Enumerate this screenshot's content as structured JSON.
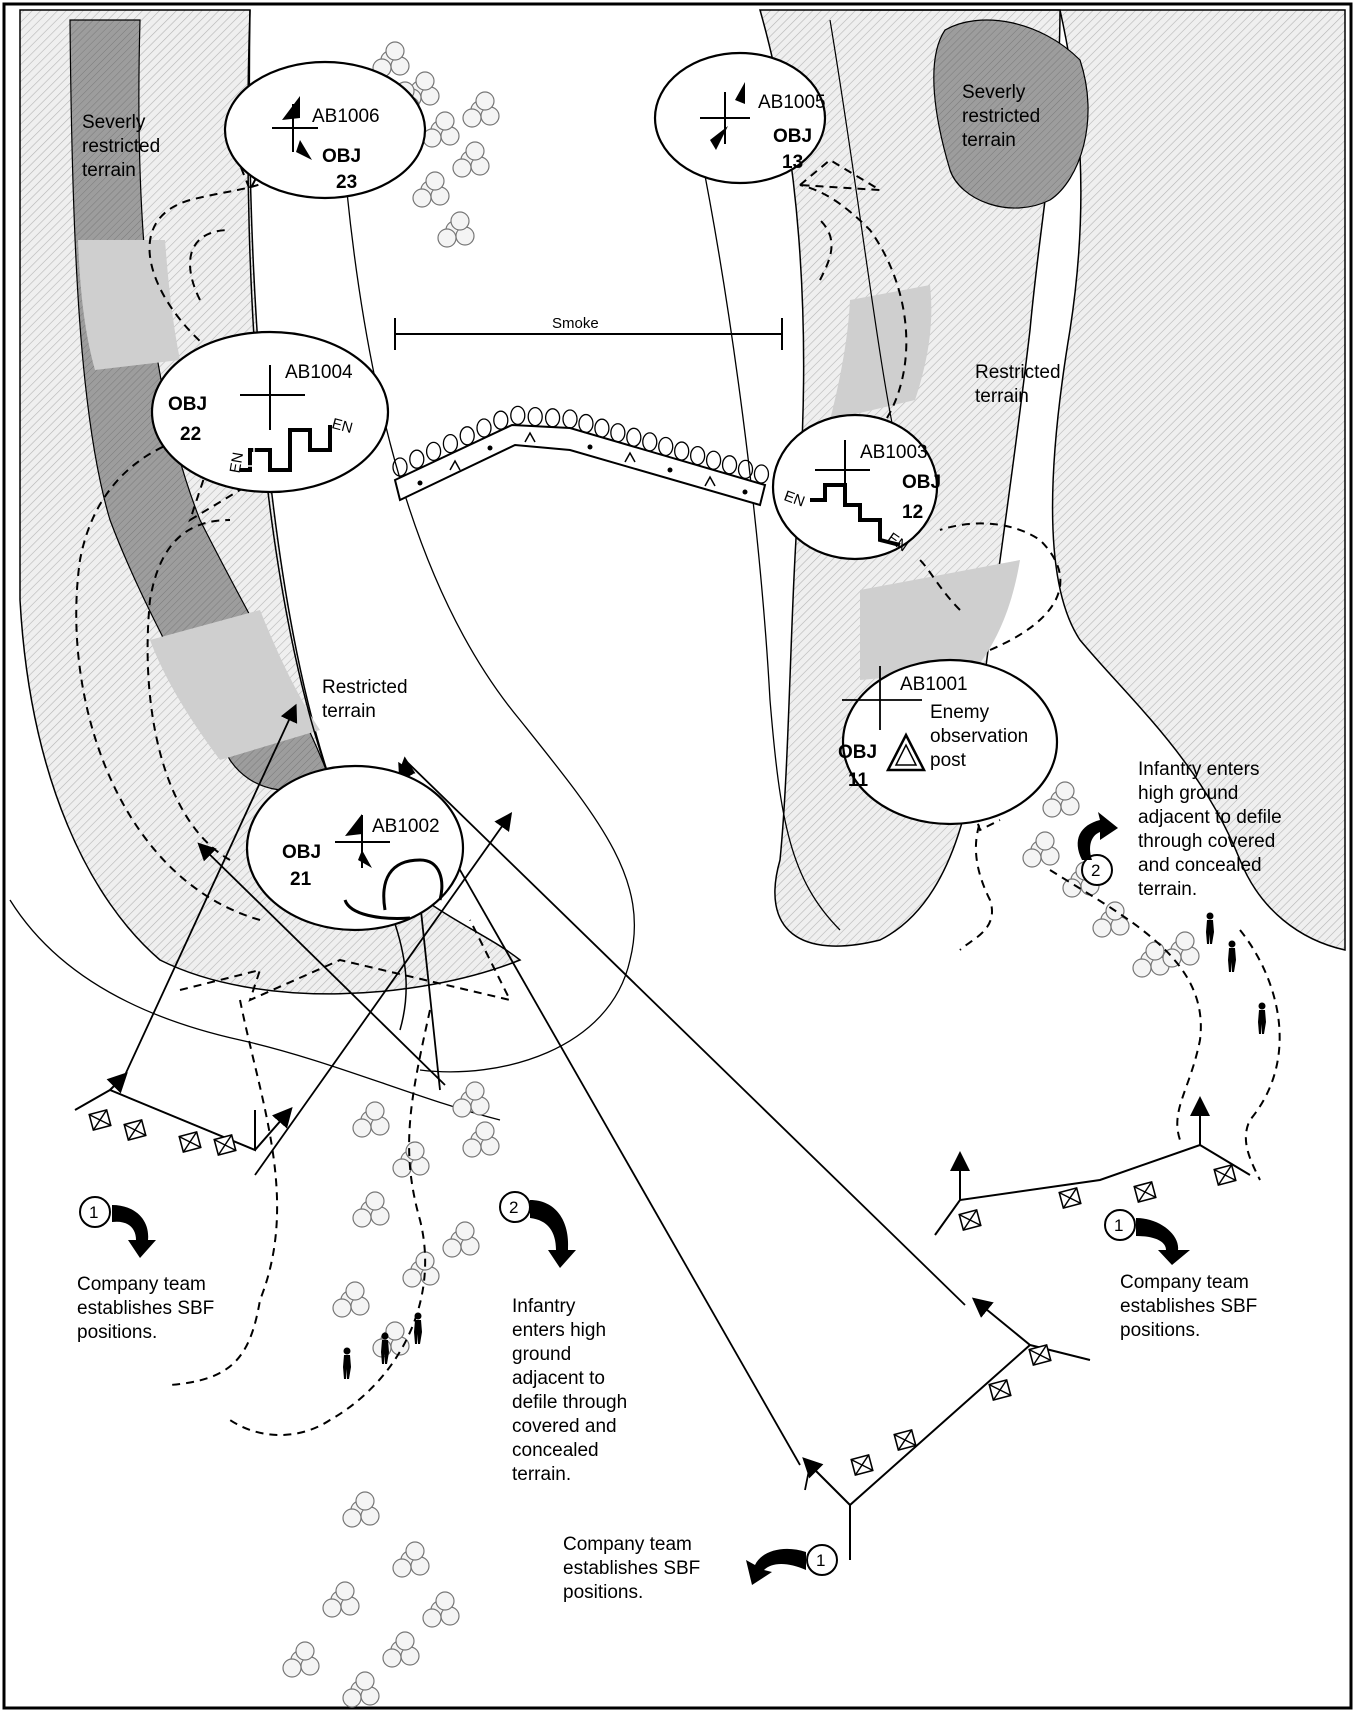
{
  "colors": {
    "hatch_light": "#e4e4e4",
    "severe_fill": "#a8a8a8",
    "restricted_band": "#c8c8c8",
    "line": "#000000",
    "background": "#ffffff"
  },
  "objectives": [
    {
      "id": "obj-23",
      "obj_label": "OBJ",
      "obj_number": "23",
      "tp": "AB1006"
    },
    {
      "id": "obj-13",
      "obj_label": "OBJ",
      "obj_number": "13",
      "tp": "AB1005"
    },
    {
      "id": "obj-22",
      "obj_label": "OBJ",
      "obj_number": "22",
      "tp": "AB1004"
    },
    {
      "id": "obj-12",
      "obj_label": "OBJ",
      "obj_number": "12",
      "tp": "AB1003"
    },
    {
      "id": "obj-11",
      "obj_label": "OBJ",
      "obj_number": "11",
      "tp": "AB1001"
    },
    {
      "id": "obj-21",
      "obj_label": "OBJ",
      "obj_number": "21",
      "tp": "AB1002"
    }
  ],
  "terrain_labels": {
    "severe_left": [
      "Severly",
      "restricted",
      "terrain"
    ],
    "severe_right": [
      "Severly",
      "restricted",
      "terrain"
    ],
    "restricted_right": [
      "Restricted",
      "terrain"
    ],
    "restricted_left": [
      "Restricted",
      "terrain"
    ]
  },
  "smoke_label": "Smoke",
  "enemy_op_label": [
    "Enemy",
    "observation",
    "post"
  ],
  "en_label": "EN",
  "step_numbers": {
    "one": "1",
    "two": "2"
  },
  "annotations": {
    "left_sbf": [
      "Company team",
      "establishes SBF",
      "positions."
    ],
    "right_sbf": [
      "Company team",
      "establishes SBF",
      "positions."
    ],
    "bottom_sbf": [
      "Company team",
      "establishes SBF",
      "positions."
    ],
    "center_infantry": [
      "Infantry",
      "enters high",
      "ground",
      "adjacent to",
      "defile through",
      "covered and",
      "concealed",
      "terrain."
    ],
    "right_infantry": [
      "Infantry enters",
      "high ground",
      "adjacent to defile",
      "through covered",
      "and concealed",
      "terrain."
    ]
  }
}
